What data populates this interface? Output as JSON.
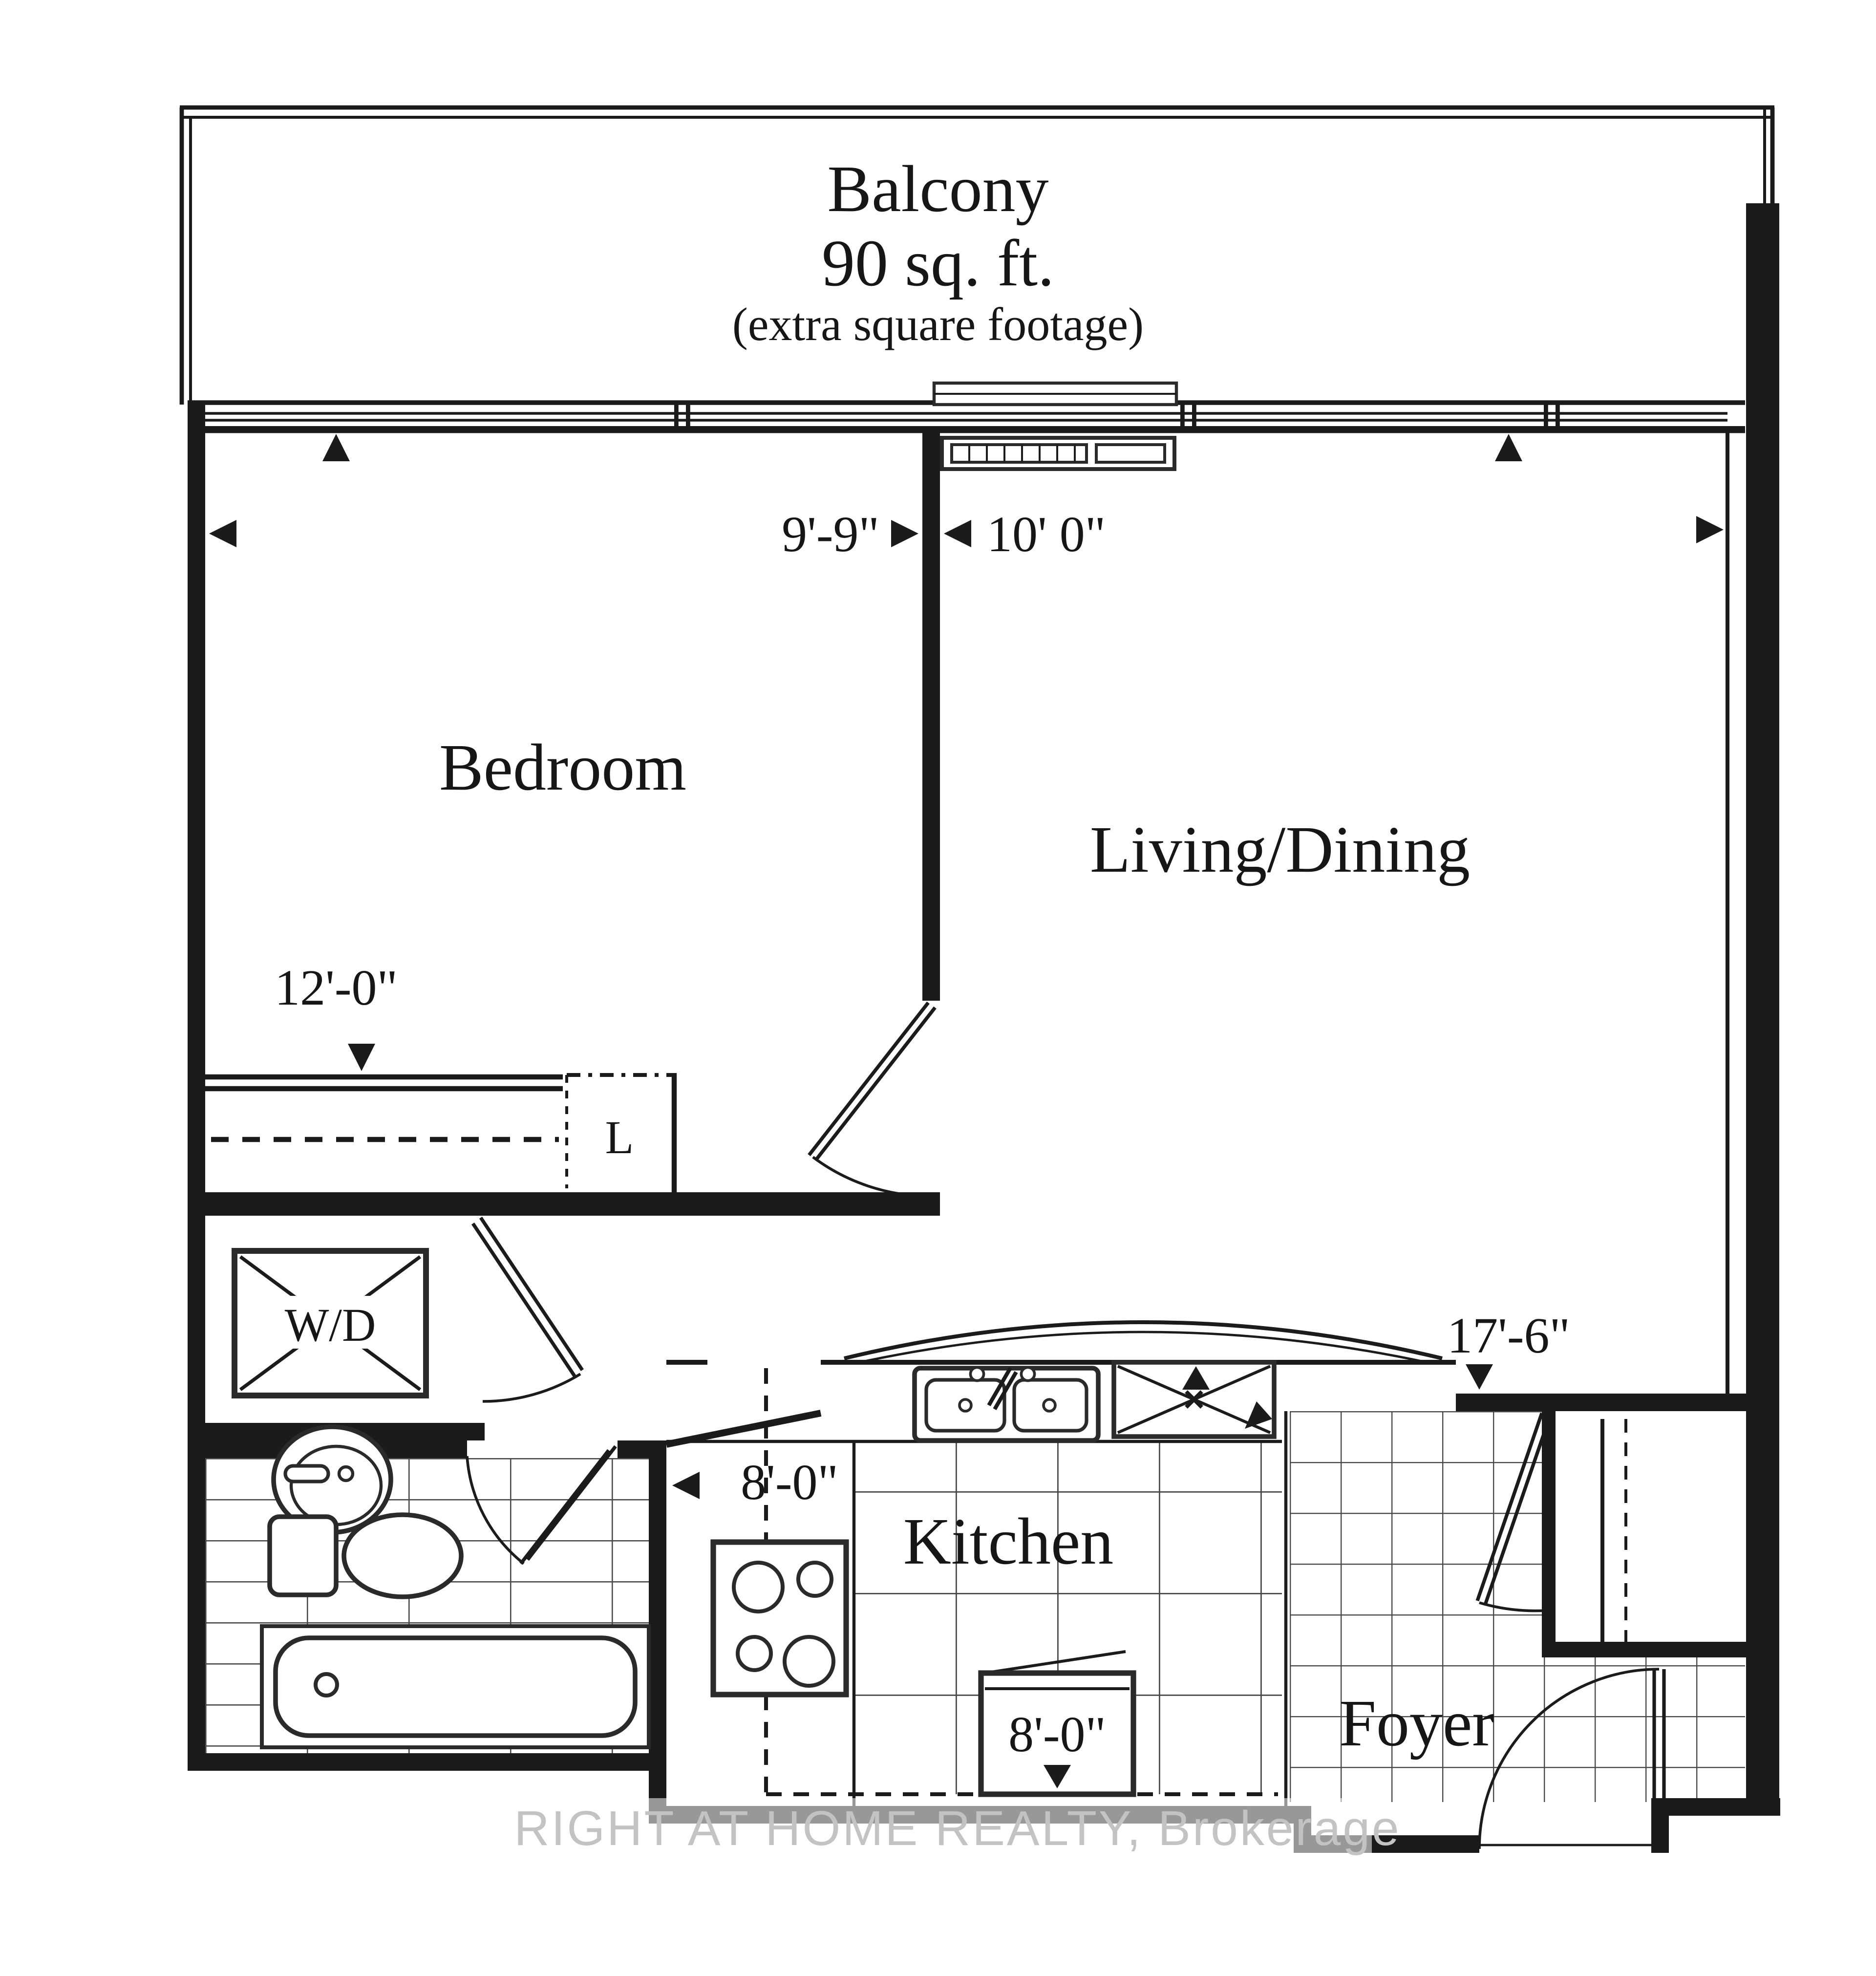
{
  "page": {
    "background": "#ffffff",
    "line_color": "#1b1b1b",
    "tile_line_color": "#4a4a4a",
    "watermark_color": "#c3c3c3"
  },
  "balcony": {
    "title": "Balcony",
    "area": "90 sq. ft.",
    "note": "(extra square footage)"
  },
  "rooms": {
    "bedroom": "Bedroom",
    "living": "Living/Dining",
    "kitchen": "Kitchen",
    "foyer": "Foyer"
  },
  "closets": {
    "linen": "L",
    "washer_dryer": "W/D"
  },
  "dimensions": {
    "bedroom_width": "9'-9\"",
    "living_width": "10' 0\"",
    "bedroom_depth": "12'-0\"",
    "living_depth": "17'-6\"",
    "kitchen_width": "8'-0\"",
    "kitchen_depth": "8'-0\""
  },
  "watermark": "RIGHT AT HOME REALTY, Brokerage"
}
